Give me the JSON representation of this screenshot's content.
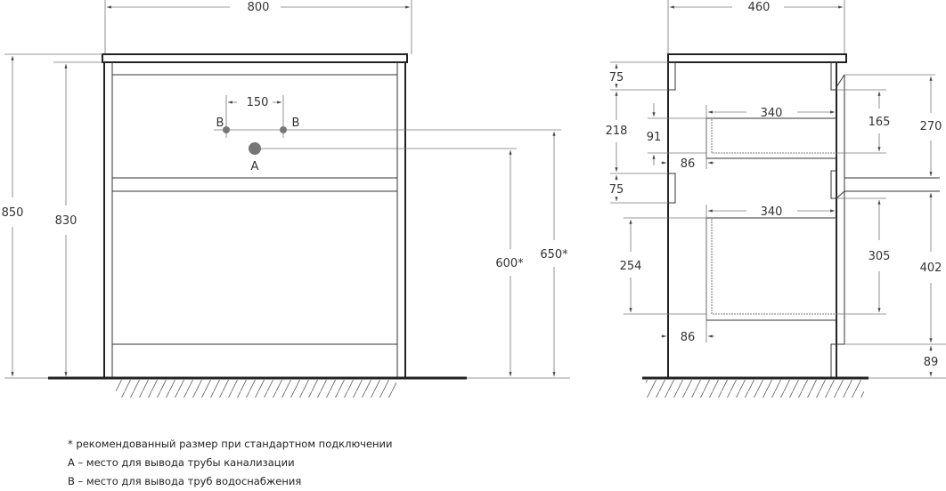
{
  "front_view": {
    "width": "800",
    "height_total": "850",
    "height_body": "830",
    "water_spacing": "150",
    "water_label_left": "B",
    "water_label_right": "B",
    "drain_label": "A",
    "drain_height": "600*",
    "water_height": "650*"
  },
  "side_view": {
    "depth": "460",
    "top_rail": "75",
    "upper_gap": "218",
    "mid_rail": "75",
    "upper_drawer_height": "91",
    "upper_drawer_offset": "86",
    "upper_drawer_depth": "340",
    "lower_drawer_depth": "340",
    "lower_drawer_height": "254",
    "lower_drawer_offset": "86",
    "upper_front": "165",
    "upper_facade": "270",
    "lower_front": "305",
    "lower_facade": "402",
    "plinth": "89"
  },
  "notes": [
    "* рекомендованный размер при стандартном подключении",
    "А – место для вывода трубы канализации",
    "В – место для вывода труб водоснабжения"
  ],
  "colors": {
    "line": "#222222",
    "pipe": "#777777"
  }
}
